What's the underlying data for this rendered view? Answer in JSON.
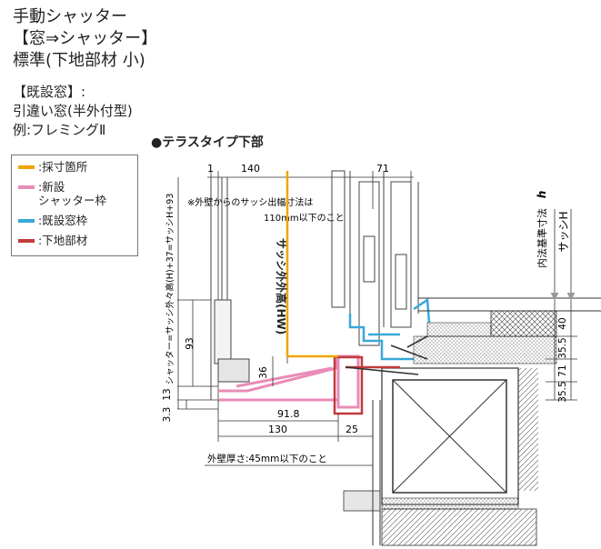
{
  "header": {
    "title_line1": "手動シャッター",
    "title_line2": "【窓⇒シャッター】",
    "title_line3": "標準(下地部材 小)",
    "existing_line1": "【既設窓】:",
    "existing_line2": "引違い窓(半外付型)",
    "existing_line3": "例:フレミングⅡ"
  },
  "section_title": "●テラスタイプ下部",
  "legend": {
    "items": [
      {
        "label": ":採寸箇所",
        "color": "#f0a500"
      },
      {
        "label": ":新設\nシャッター枠",
        "color": "#e98bb8"
      },
      {
        "label": ":既設窓枠",
        "color": "#3aa8d8"
      },
      {
        "label": ":下地部材",
        "color": "#c23b3b"
      }
    ]
  },
  "colors": {
    "measure": "#f0a500",
    "new_frame": "#e98bb8",
    "existing_frame": "#3aa8d8",
    "base_member": "#c23b3b",
    "line": "#333333"
  },
  "dimensions": {
    "top_1": "1",
    "top_140": "140",
    "top_71": "71",
    "note_line1": "※外壁からのサッシ出幅寸法は",
    "note_line2": "110mm以下のこと",
    "d93": "93",
    "d36": "36",
    "d91_8": "91.8",
    "d130": "130",
    "d25": "25",
    "d40": "40",
    "d35_5a": "35.5",
    "d71": "71",
    "d35_5b": "35.5",
    "left_13": "13",
    "left_3_3": "3.3",
    "vertical_formula": "シャッター=サッシ外々高(H)+37=サッシH+93",
    "sash_height_label": "サッシ外外高(HW)",
    "inner_std": "内法基準寸法",
    "inner_std_h": "h",
    "sash_h": "サッシH",
    "wall_note": "外壁厚さ:45mm以下のこと"
  }
}
